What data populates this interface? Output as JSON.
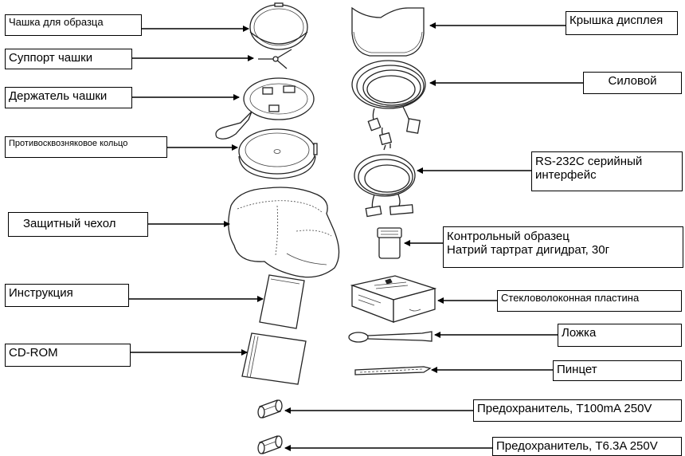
{
  "labels": {
    "sample_pan": "Чашка для образца",
    "pan_support": "Суппорт чашки",
    "pan_holder": "Держатель чашки",
    "draft_ring": "Противосквозняковое кольцо",
    "dust_cover": "Защитный чехол",
    "manual": "Инструкция",
    "cd_rom": "CD-ROM",
    "display_cover": "Крышка дисплея",
    "power_cord": "Силовой",
    "rs232c_line1": "RS-232C серийный",
    "rs232c_line2": "интерфейс",
    "control_sample_line1": "Контрольный образец",
    "control_sample_line2": "Натрий тартрат дигидрат, 30г",
    "glass_fiber_sheet": "Стекловолоконная пластина",
    "spoon": "Ложка",
    "tweezers": "Пинцет",
    "fuse_100ma": "Предохранитель, T100mA 250V",
    "fuse_6_3a": "Предохранитель, T6.3A 250V"
  }
}
